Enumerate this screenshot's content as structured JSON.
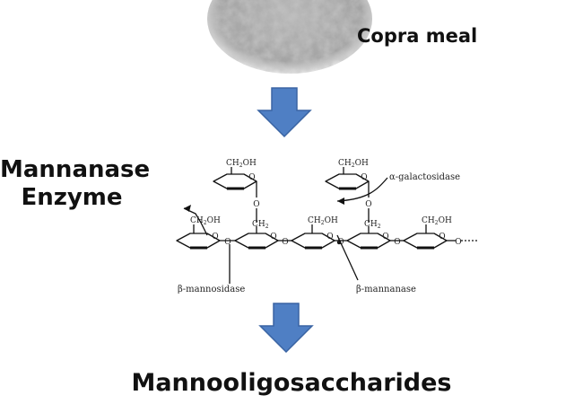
{
  "diagram": {
    "source_label": "Copra meal",
    "enzyme_label_line1": "Mannanase",
    "enzyme_label_line2": "Enzyme",
    "product_label": "Mannooligosaccharides",
    "structure_labels": {
      "ch2oh": "CH",
      "ch2": "CH",
      "oh": "OH",
      "ring_o": "O",
      "alpha_galactosidase": "α-galactosidase",
      "beta_mannosidase": "β-mannosidase",
      "beta_mannanase": "β-mannanase"
    },
    "colors": {
      "arrow_fill": "#4f7fc4",
      "arrow_stroke": "#3a64a3",
      "meal_base": "#9a9a9a"
    },
    "icons": [
      "down-arrow-icon",
      "down-arrow-icon"
    ]
  }
}
